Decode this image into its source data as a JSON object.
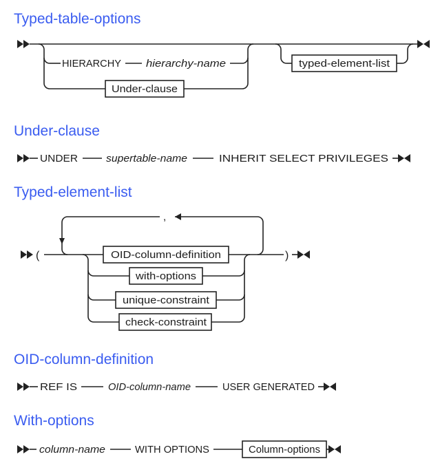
{
  "colors": {
    "heading": "#3a5cf0",
    "rail_line": "#222222",
    "text": "#1c1c1c",
    "background": "#ffffff"
  },
  "icons": {
    "start": "railroad-start-arrows",
    "end": "railroad-end-bowtie",
    "loop_return": "loop-left-arrow",
    "loop_down": "loop-down-arrow"
  },
  "sections": [
    {
      "heading": "Typed-table-options"
    },
    {
      "heading": "Under-clause"
    },
    {
      "heading": "Typed-element-list"
    },
    {
      "heading": "OID-column-definition"
    },
    {
      "heading": "With-options"
    }
  ],
  "d1": {
    "kw_hierarchy": "HIERARCHY",
    "var_hierarchy_name": "hierarchy-name",
    "ref_under_clause": "Under-clause",
    "ref_typed_element_list": "typed-element-list"
  },
  "d2": {
    "kw_under": "UNDER",
    "var_supertable_name": "supertable-name",
    "kw_inherit": "INHERIT SELECT PRIVILEGES"
  },
  "d3": {
    "punct_open": "(",
    "sep_comma": ",",
    "ref_oid_column_definition": "OID-column-definition",
    "ref_with_options": "with-options",
    "ref_unique_constraint": "unique-constraint",
    "ref_check_constraint": "check-constraint",
    "punct_close": ")"
  },
  "d4": {
    "kw_ref_is": "REF IS",
    "var_oid_column_name": "OID-column-name",
    "kw_user_generated": "USER GENERATED"
  },
  "d5": {
    "var_column_name": "column-name",
    "kw_with_options": "WITH OPTIONS",
    "ref_column_options": "Column-options"
  }
}
